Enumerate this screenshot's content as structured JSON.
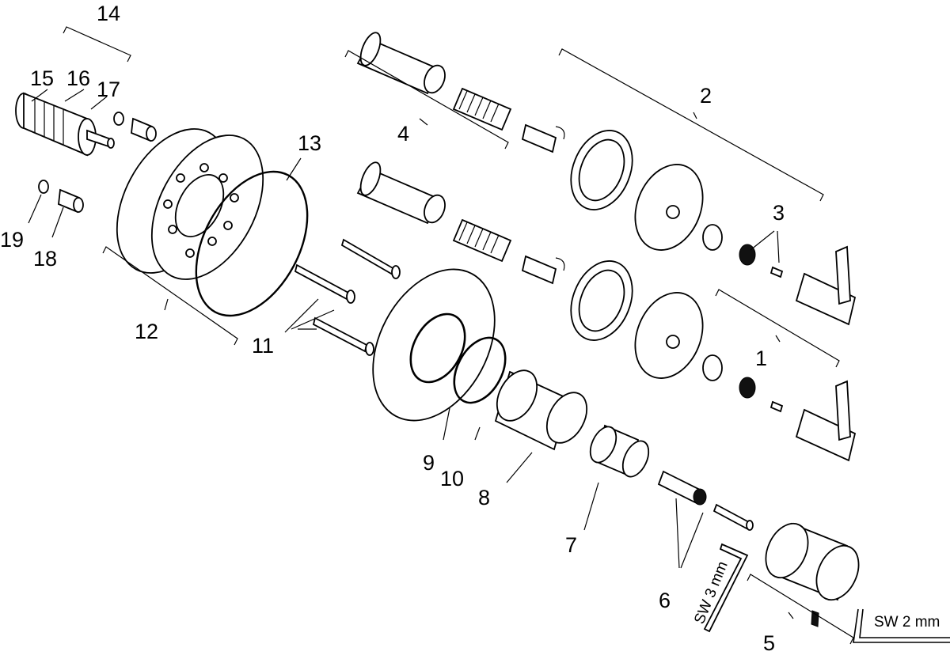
{
  "labels": {
    "n1": "1",
    "n2": "2",
    "n3": "3",
    "n4": "4",
    "n5": "5",
    "n6": "6",
    "n7": "7",
    "n8": "8",
    "n9": "9",
    "n10": "10",
    "n11": "11",
    "n12": "12",
    "n13": "13",
    "n14": "14",
    "n15": "15",
    "n16": "16",
    "n17": "17",
    "n18": "18",
    "n19": "19"
  },
  "tools": {
    "hex_key_3": "SW 3 mm",
    "hex_key_2": "SW 2 mm"
  }
}
